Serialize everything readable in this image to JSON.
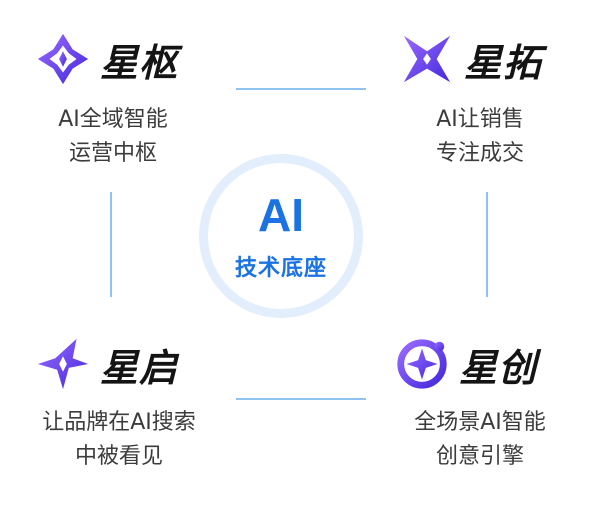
{
  "hub": {
    "title": "AI",
    "subtitle": "技术底座"
  },
  "products": {
    "top_left": {
      "name": "星枢",
      "desc_line1": "AI全域智能",
      "desc_line2": "运营中枢"
    },
    "top_right": {
      "name": "星拓",
      "desc_line1": "AI让销售",
      "desc_line2": "专注成交"
    },
    "bottom_left": {
      "name": "星启",
      "desc_line1": "让品牌在AI搜索",
      "desc_line2": "中被看见"
    },
    "bottom_right": {
      "name": "星创",
      "desc_line1": "全场景AI智能",
      "desc_line2": "创意引擎"
    }
  },
  "colors": {
    "accent_blue": "#1a72e3",
    "hub_ring": "#e2eefb",
    "connector": "#8ec3f2",
    "logo_gradient_start": "#8a5cff",
    "logo_gradient_end": "#4a2fe0"
  },
  "icons": {
    "top_left": "diamond-star-icon",
    "top_right": "x-star-icon",
    "bottom_left": "shooting-star-icon",
    "bottom_right": "circle-spark-icon"
  }
}
